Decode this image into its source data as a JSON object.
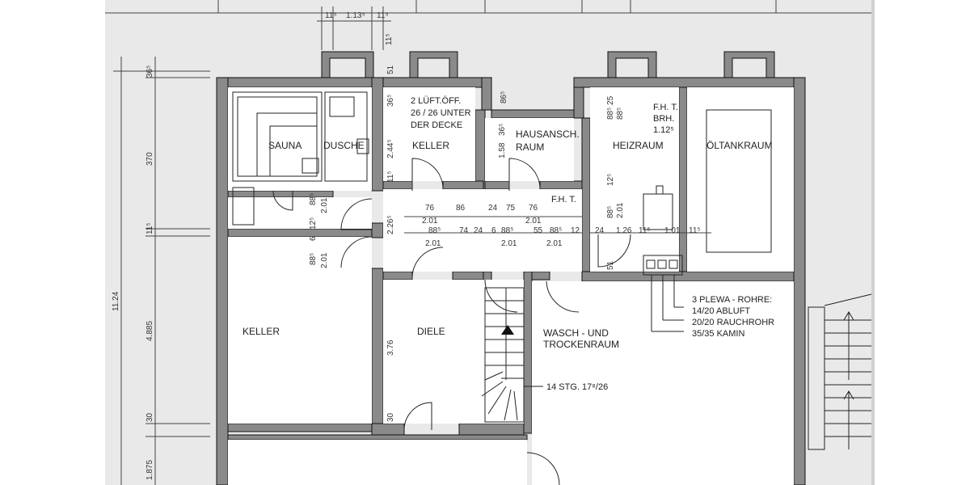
{
  "colors": {
    "paper": "#e9e9e9",
    "wall": "#8a8a8a",
    "ink": "#222222"
  },
  "rooms": {
    "sauna": "SAUNA",
    "dusche": "DUSCHE",
    "keller_small": "KELLER",
    "hausansch": [
      "HAUSANSCH.",
      "RAUM"
    ],
    "heizraum": "HEIZRAUM",
    "oeltankraum": "ÖLTANKRAUM",
    "keller_large": "KELLER",
    "diele": "DIELE",
    "wasch": [
      "WASCH - UND",
      "TROCKENRAUM"
    ]
  },
  "notes": {
    "lueftung": [
      "2 LÜFT.ÖFF.",
      "26 / 26 UNTER",
      "DER DECKE"
    ],
    "fht_door": "F.H. T.",
    "fht_brh": [
      "F.H. T.",
      "BRH.",
      "1.12⁵"
    ],
    "stairs": "14 STG. 17⁸/26",
    "plewa": [
      "3 PLEWA - ROHRE:",
      "14/20  ABLUFT",
      "20/20  RAUCHROHR",
      "35/35  KAMIN"
    ]
  },
  "dimensions": {
    "top_a": "11⁵",
    "top_b": "1.13⁵",
    "top_c": "11⁵",
    "top_d": "11⁵",
    "left_36": "36⁵",
    "left_370": "370",
    "left_11": "11⁵",
    "left_1124": "11.24",
    "left_4885": "4.885",
    "left_30": "30",
    "left_1875": "1.875",
    "v_51": "51",
    "v_365": "36⁵",
    "v_2445": "2.44⁵",
    "v_115": "11⁵",
    "v_2265": "2.26⁵",
    "v_86": "86⁵",
    "v_158": "1.58",
    "v_365b": "36⁵",
    "v_885_25": "88⁵ 25",
    "v_885_b": "88⁵",
    "v_125": "12⁵",
    "v_885_201": "88⁵",
    "v_201_r": "2.01",
    "v_51b": "51",
    "v_376": "3.76",
    "v_30": "30",
    "v_885_l": "88⁵",
    "v_201_l": "2.01",
    "v_125_l": "12⁵",
    "v_6": "6",
    "v_885_l2": "88⁵",
    "v_201_l2": "2.01",
    "h_76": "76",
    "h_86": "86",
    "h_24": "24",
    "h_75": "75",
    "h_76b": "76",
    "h_201a": "2.01",
    "h_201b": "2.01",
    "h_885a": "88⁵",
    "h_74": "74",
    "h_24b": "24",
    "h_6": "6",
    "h_885b": "88⁵",
    "h_55": "55",
    "h_885c": "88⁵",
    "h_12": "12",
    "h_201c": "2.01",
    "h_201d": "2.01",
    "h_201e": "2.01",
    "h_24c": "24",
    "h_126": "1.26",
    "h_115a": "11⁵",
    "h_101": "1.01",
    "h_115b": "11⁵"
  }
}
